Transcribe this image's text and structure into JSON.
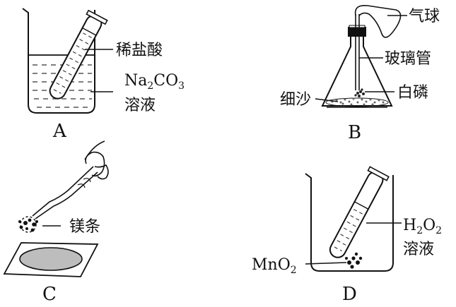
{
  "figure": {
    "panel_a": {
      "letter": "A",
      "label_acid": "稀盐酸",
      "label_solution_chem_na": "Na",
      "label_solution_chem_sub1": "2",
      "label_solution_chem_co": "CO",
      "label_solution_chem_sub2": "3",
      "label_solution_word": "溶液"
    },
    "panel_b": {
      "letter": "B",
      "label_balloon": "气球",
      "label_tube": "玻璃管",
      "label_phosphorus": "白磷",
      "label_sand": "细沙"
    },
    "panel_c": {
      "letter": "C",
      "label_magnesium": "镁条"
    },
    "panel_d": {
      "letter": "D",
      "label_h": "H",
      "label_h_sub": "2",
      "label_o": "O",
      "label_o_sub": "2",
      "label_solution_word": "溶液",
      "label_catalyst": "MnO",
      "label_catalyst_sub": "2"
    }
  }
}
